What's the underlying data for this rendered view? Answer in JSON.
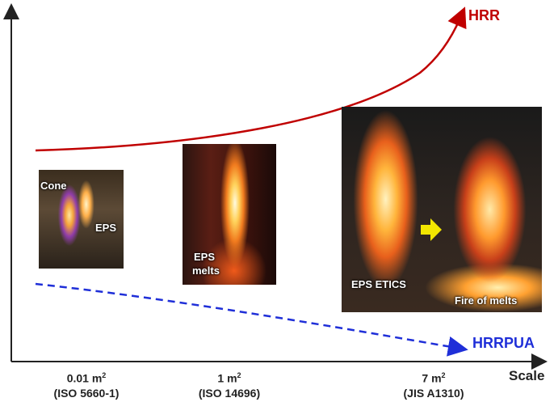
{
  "curves": {
    "hrr_label": "HRR",
    "hrrpua_label": "HRRPUA",
    "hrr_color": "#c00000",
    "hrrpua_color": "#1f2fd8"
  },
  "axis": {
    "x_label": "Scale"
  },
  "scales": [
    {
      "area": "0.01 m",
      "sup": "2",
      "standard": "(ISO 5660-1)"
    },
    {
      "area": "1 m",
      "sup": "2",
      "standard": "(ISO 14696)"
    },
    {
      "area": "7 m",
      "sup": "2",
      "standard": "(JIS A1310)"
    }
  ],
  "photos": {
    "cone": {
      "label_cone": "Cone",
      "label_eps": "EPS"
    },
    "medium": {
      "label_line1": "EPS",
      "label_line2": "melts"
    },
    "large": {
      "label_left": "EPS ETICS",
      "label_right": "Fire of melts",
      "arrow_color": "#f2e600"
    }
  }
}
